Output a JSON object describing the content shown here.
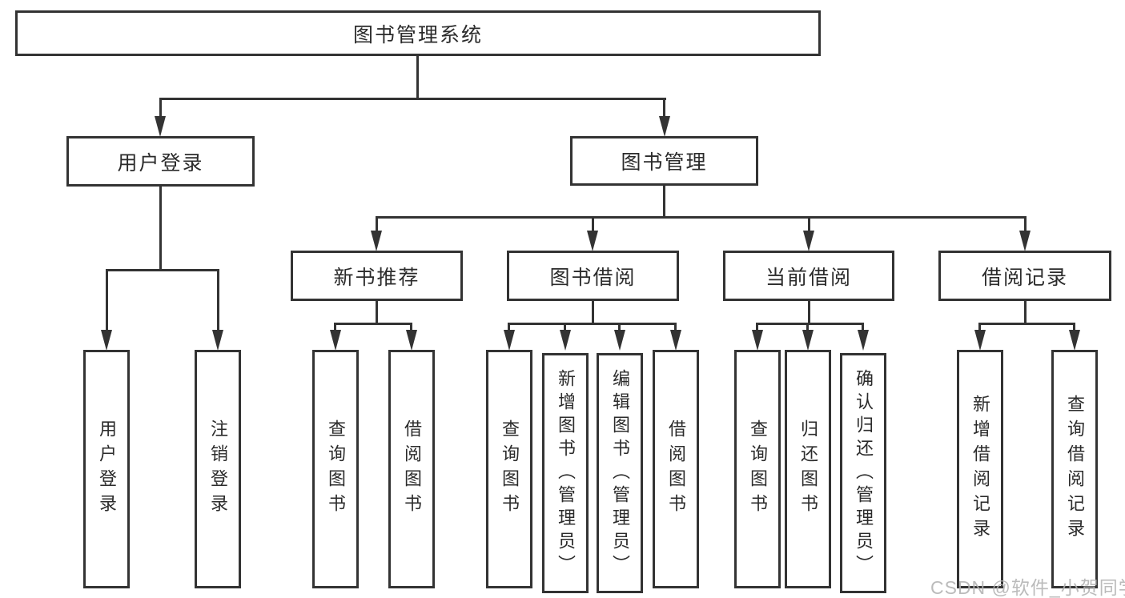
{
  "tree": {
    "root": "图书管理系统",
    "user_login": {
      "label": "用户登录",
      "children": [
        "用户登录",
        "注销登录"
      ]
    },
    "book_mgmt": {
      "label": "图书管理",
      "sections": [
        {
          "label": "新书推荐",
          "children": [
            "查询图书",
            "借阅图书"
          ]
        },
        {
          "label": "图书借阅",
          "children": [
            "查询图书",
            "新增图书（管理员）",
            "编辑图书（管理员）",
            "借阅图书"
          ]
        },
        {
          "label": "当前借阅",
          "children": [
            "查询图书",
            "归还图书",
            "确认归还（管理员）"
          ]
        },
        {
          "label": "借阅记录",
          "children": [
            "新增借阅记录",
            "查询借阅记录"
          ]
        }
      ]
    }
  },
  "watermark": "CSDN @软件_小贺同学",
  "colors": {
    "line": "#333333",
    "text": "#2b2b2b",
    "background": "#ffffff",
    "watermark": "#b2b2b2"
  }
}
